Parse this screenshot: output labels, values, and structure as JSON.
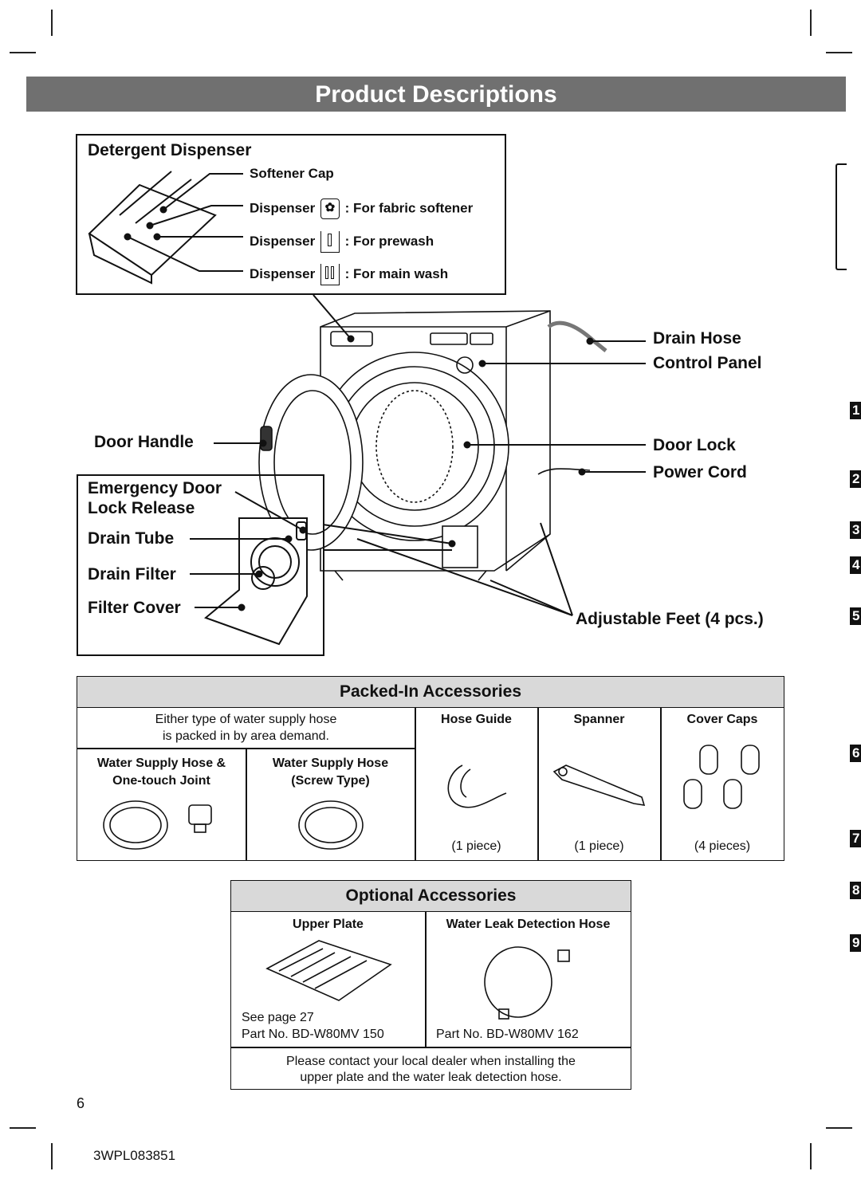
{
  "page": {
    "title": "Product Descriptions",
    "page_number": "6",
    "doc_code": "3WPL083851",
    "side_tabs": [
      "1",
      "2",
      "3",
      "4",
      "5",
      "6",
      "7",
      "8",
      "9"
    ]
  },
  "detergent": {
    "title": "Detergent Dispenser",
    "softener_cap": "Softener Cap",
    "items": [
      {
        "label": "Dispenser",
        "desc": ": For fabric softener",
        "icon": "flower-icon"
      },
      {
        "label": "Dispenser",
        "desc": ": For prewash",
        "icon": "prewash-icon"
      },
      {
        "label": "Dispenser",
        "desc": ": For main wash",
        "icon": "mainwash-icon"
      }
    ]
  },
  "parts": {
    "drain_hose": "Drain Hose",
    "control_panel": "Control Panel",
    "door_handle": "Door Handle",
    "door_lock": "Door Lock",
    "power_cord": "Power Cord",
    "adjustable_feet": "Adjustable Feet (4 pcs.)",
    "emergency_line1": "Emergency Door",
    "emergency_line2": "Lock Release",
    "drain_tube": "Drain Tube",
    "drain_filter": "Drain Filter",
    "filter_cover": "Filter Cover"
  },
  "packed": {
    "title": "Packed-In Accessories",
    "either_line1": "Either type of water supply hose",
    "either_line2": "is packed in by area demand.",
    "hose1_line1": "Water Supply Hose &",
    "hose1_line2": "One-touch Joint",
    "hose2_line1": "Water Supply Hose",
    "hose2_line2": "(Screw Type)",
    "hose_guide": "Hose Guide",
    "spanner": "Spanner",
    "cover_caps": "Cover Caps",
    "qty_hose_guide": "(1 piece)",
    "qty_spanner": "(1 piece)",
    "qty_cover_caps": "(4 pieces)"
  },
  "optional": {
    "title": "Optional Accessories",
    "upper_plate": "Upper Plate",
    "leak_hose": "Water Leak Detection Hose",
    "see_page": "See page 27",
    "upper_part": "Part No. BD-W80MV 150",
    "leak_part": "Part No. BD-W80MV 162",
    "contact_line1": "Please contact your local dealer when installing the",
    "contact_line2": "upper plate and the water leak detection hose."
  }
}
